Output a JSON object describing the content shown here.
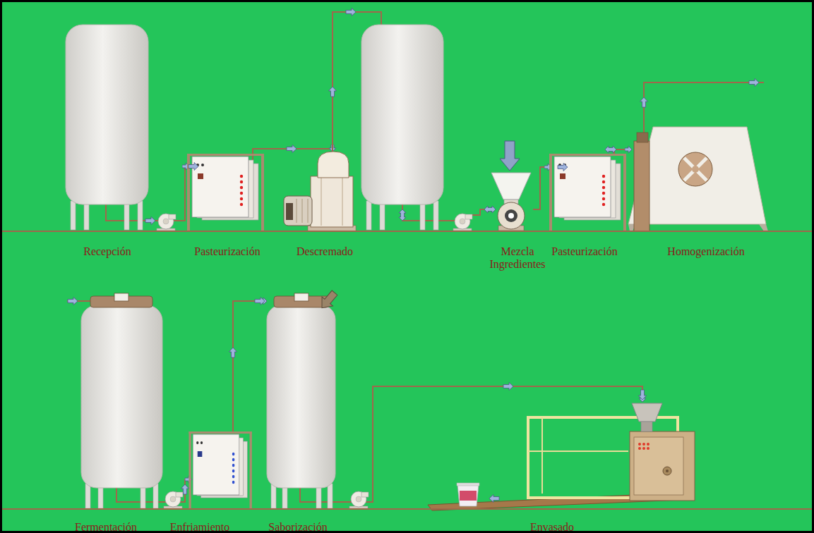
{
  "diagram": {
    "nodes": [
      {
        "text": [
          "Recepción"
        ]
      },
      {
        "text": [
          "Pasteurización"
        ]
      },
      {
        "text": [
          "Descremado"
        ]
      },
      {
        "text": [
          "Mezcla Ingredientes"
        ]
      },
      {
        "text": [
          "Pasteurización"
        ]
      },
      {
        "text": [
          "Homogenización"
        ]
      },
      {
        "text": [
          "Fermentación"
        ]
      },
      {
        "text": [
          "Enfriamiento"
        ]
      },
      {
        "text": [
          "Saborización"
        ]
      },
      {
        "text": [
          "Envasado"
        ]
      }
    ],
    "edges": [
      {
        "from": 0,
        "to": 1,
        "arrow": "to"
      },
      {
        "from": 1,
        "to": 2,
        "arrow": "to"
      },
      {
        "from": 3,
        "to": 4,
        "arrow": "to"
      },
      {
        "from": 4,
        "to": 5,
        "arrow": "to"
      },
      {
        "from": 6,
        "to": 7,
        "arrow": "to"
      },
      {
        "from": 7,
        "to": 8,
        "arrow": "to"
      },
      {
        "from": 8,
        "to": 9,
        "arrow": "to"
      }
    ]
  }
}
